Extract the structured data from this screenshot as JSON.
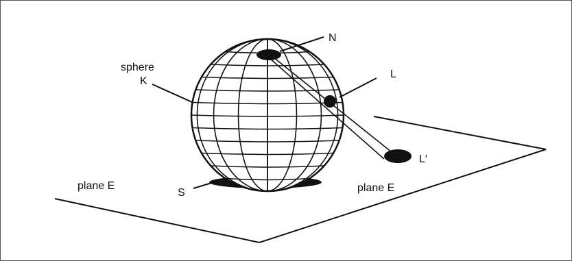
{
  "labels": {
    "north": "N",
    "sphere_line1": "sphere",
    "sphere_line2": "K",
    "point_l": "L",
    "point_l_prime": "L′",
    "south": "S",
    "plane_left": "plane E",
    "plane_right": "plane E"
  },
  "colors": {
    "ink": "#111111",
    "frame": "#555555",
    "background": "#ffffff"
  }
}
